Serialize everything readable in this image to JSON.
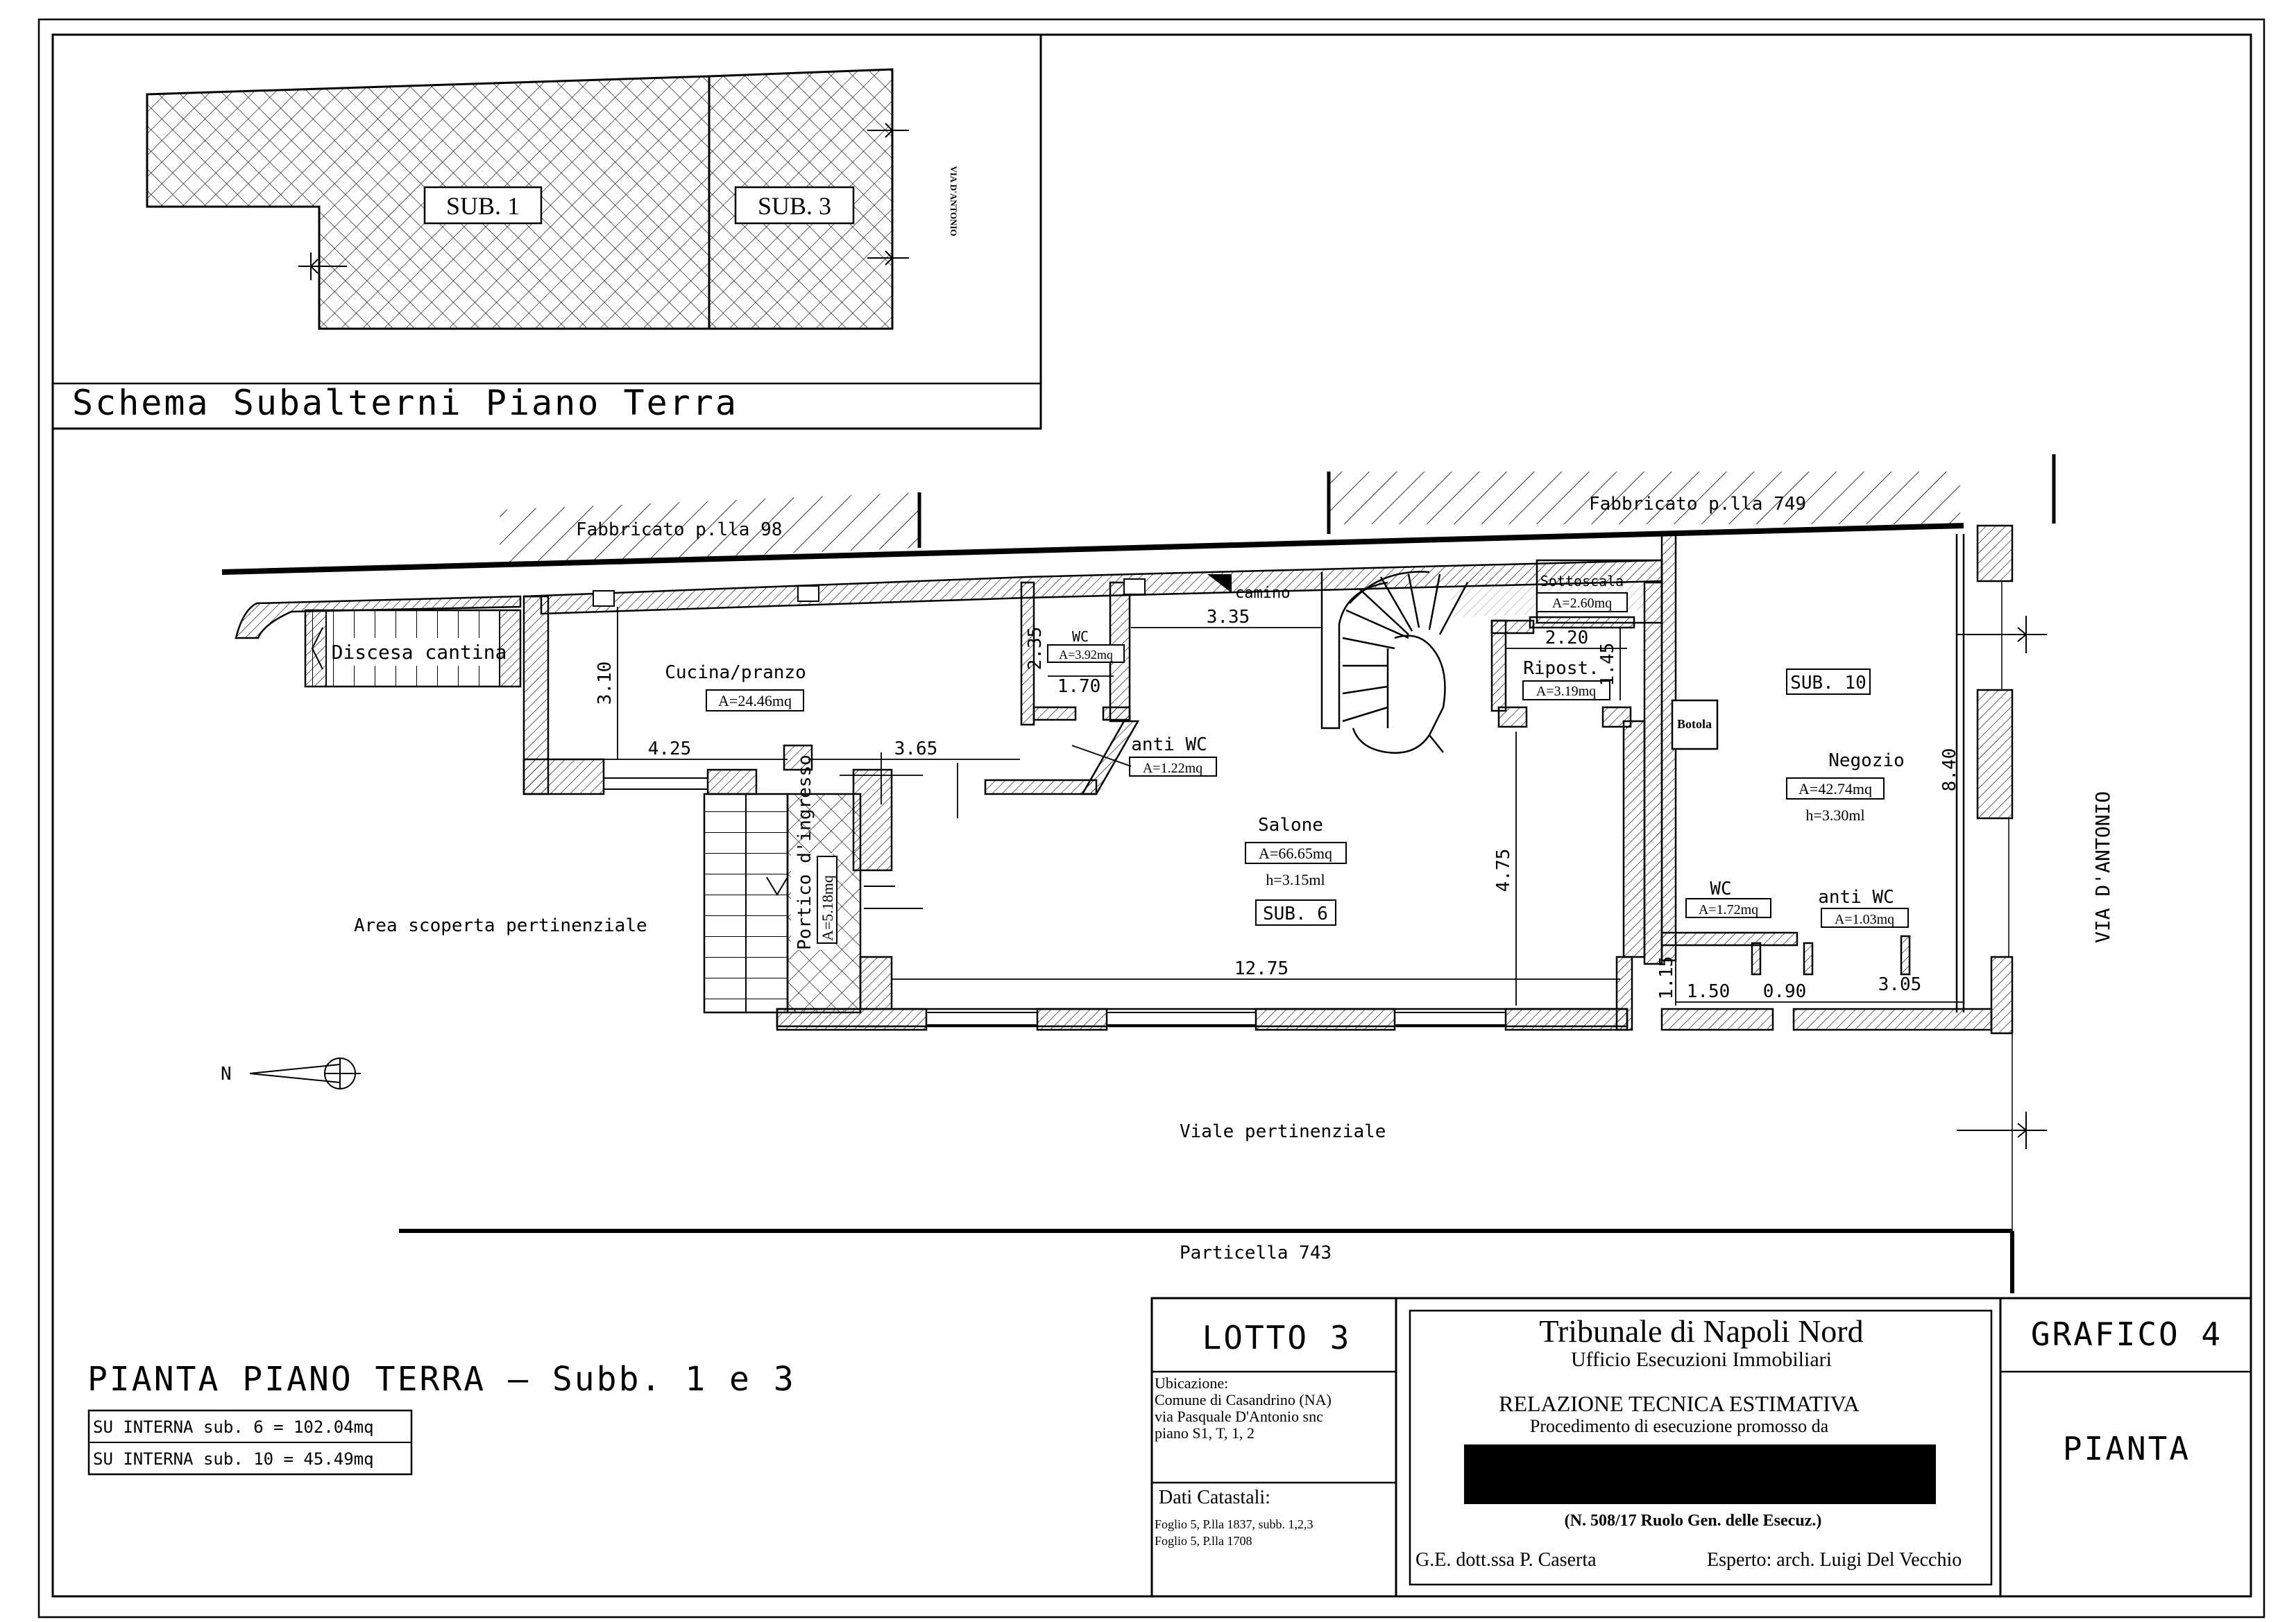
{
  "schema": {
    "title": "Schema Subalterni Piano Terra",
    "sub1": "SUB. 1",
    "sub3": "SUB. 3",
    "street": "VIA D'ANTONIO"
  },
  "plan": {
    "fabbricato_98": "Fabbricato p.lla 98",
    "fabbricato_749": "Fabbricato p.lla 749",
    "discesa": "Discesa cantina",
    "camino": "camino",
    "cucina_name": "Cucina/pranzo",
    "cucina_area": "A=24.46mq",
    "wc1_name": "WC",
    "wc1_area": "A=3.92mq",
    "antiwc1_name": "anti WC",
    "antiwc1_area": "A=1.22mq",
    "sottoscala_name": "Sottoscala",
    "sottoscala_area": "A=2.60mq",
    "ripost_name": "Ripost.",
    "ripost_area": "A=3.19mq",
    "salone_name": "Salone",
    "salone_area": "A=66.65mq",
    "salone_h": "h=3.15ml",
    "sub6": "SUB. 6",
    "sub10": "SUB. 10",
    "botola": "Botola",
    "negozio_name": "Negozio",
    "negozio_area": "A=42.74mq",
    "negozio_h": "h=3.30ml",
    "wc2_name": "WC",
    "wc2_area": "A=1.72mq",
    "antiwc2_name": "anti WC",
    "antiwc2_area": "A=1.03mq",
    "portico_name": "Portico d'ingresso",
    "portico_area": "A=5.18mq",
    "area_scoperta": "Area scoperta pertinenziale",
    "viale": "Viale pertinenziale",
    "particella": "Particella 743",
    "via": "VIA D'ANTONIO",
    "north": "N",
    "dims": {
      "d_3_10": "3.10",
      "d_4_25": "4.25",
      "d_3_65": "3.65",
      "d_2_35": "2.35",
      "d_1_70": "1.70",
      "d_3_35": "3.35",
      "d_2_20": "2.20",
      "d_1_45": "1.45",
      "d_4_75": "4.75",
      "d_12_75": "12.75",
      "d_8_40": "8.40",
      "d_1_15": "1.15",
      "d_1_50": "1.50",
      "d_0_90": "0.90",
      "d_3_05": "3.05"
    }
  },
  "footer": {
    "title": "PIANTA PIANO TERRA – Subb. 1 e 3",
    "su6": "SU INTERNA sub. 6 = 102.04mq",
    "su10": "SU INTERNA sub. 10 = 45.49mq"
  },
  "titleblock": {
    "lotto": "LOTTO 3",
    "ubicazione_label": "Ubicazione:",
    "ubicazione_l1": "Comune di Casandrino (NA)",
    "ubicazione_l2": "via Pasquale D'Antonio snc",
    "ubicazione_l3": "piano S1, T, 1, 2",
    "dati_label": "Dati Catastali:",
    "dati_l1": "Foglio 5, P.lla 1837, subb. 1,2,3",
    "dati_l2": "Foglio 5, P.lla 1708",
    "tribunale": "Tribunale di Napoli Nord",
    "ufficio": "Ufficio Esecuzioni Immobiliari",
    "relazione": "RELAZIONE TECNICA ESTIMATIVA",
    "procedimento": "Procedimento di esecuzione promosso da",
    "ruolo": "(N. 508/17 Ruolo Gen. delle Esecuz.)",
    "ge": "G.E. dott.ssa P. Caserta",
    "esperto": "Esperto: arch. Luigi Del Vecchio",
    "grafico": "GRAFICO 4",
    "pianta": "PIANTA"
  }
}
